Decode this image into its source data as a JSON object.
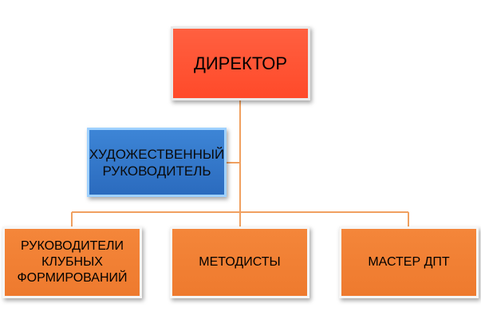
{
  "diagram": {
    "director": {
      "label": "ДИРЕКТОР",
      "color": "#ff5533"
    },
    "art_director": {
      "line1": "ХУДОЖЕСТВЕННЫЙ",
      "line2": "РУКОВОДИТЕЛЬ",
      "color": "#2f75c8"
    },
    "subordinates": [
      {
        "line1": "РУКОВОДИТЕЛИ",
        "line2": "КЛУБНЫХ",
        "line3": "ФОРМИРОВАНИЙ"
      },
      {
        "line1": "МЕТОДИСТЫ"
      },
      {
        "line1": "МАСТЕР ДПТ"
      }
    ],
    "box_color": "#f07f33",
    "connector_color": "#f0a060"
  }
}
